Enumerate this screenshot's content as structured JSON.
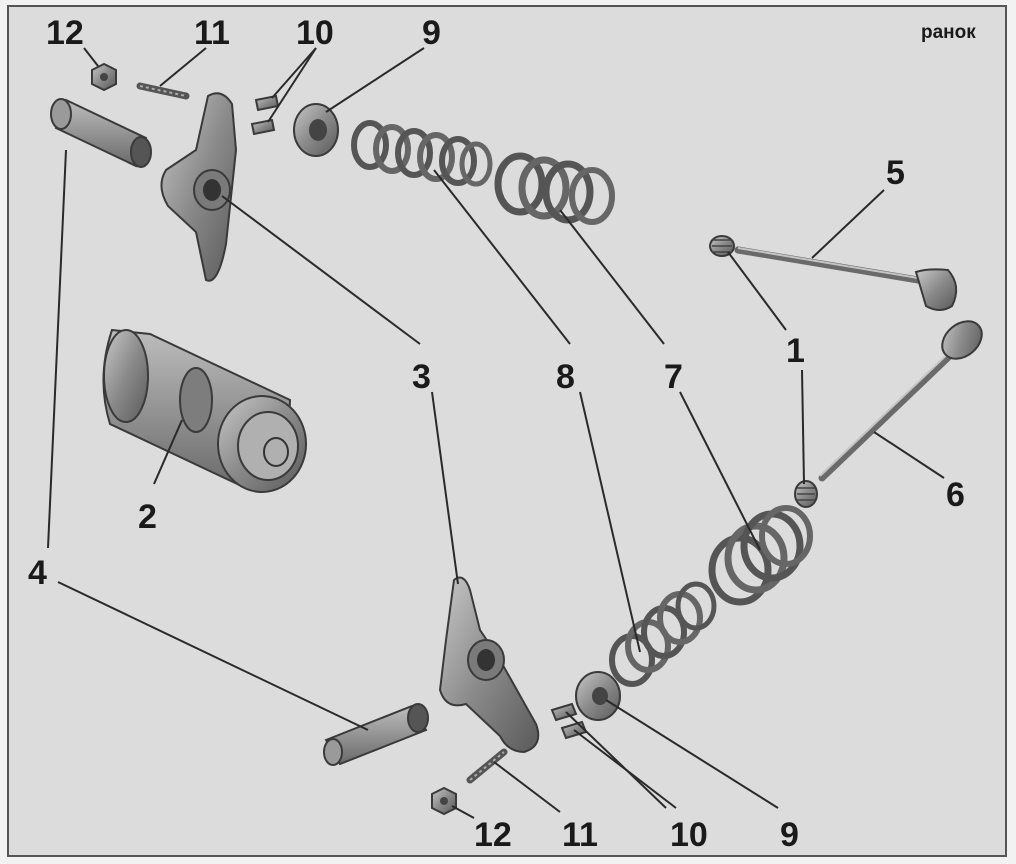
{
  "logo": {
    "text": "ранок"
  },
  "callouts": {
    "c12a": "12",
    "c11a": "11",
    "c10a": "10",
    "c9a": "9",
    "c5": "5",
    "c1a": "1",
    "c3a": "3",
    "c8a": "8",
    "c7a": "7",
    "c1b": "1",
    "c6": "6",
    "c2": "2",
    "c4": "4",
    "c12b": "12",
    "c11b": "11",
    "c10b": "10",
    "c9b": "9"
  },
  "colors": {
    "background": "#dcdcdc",
    "border": "#555555",
    "part": "#8a8a8a"
  }
}
